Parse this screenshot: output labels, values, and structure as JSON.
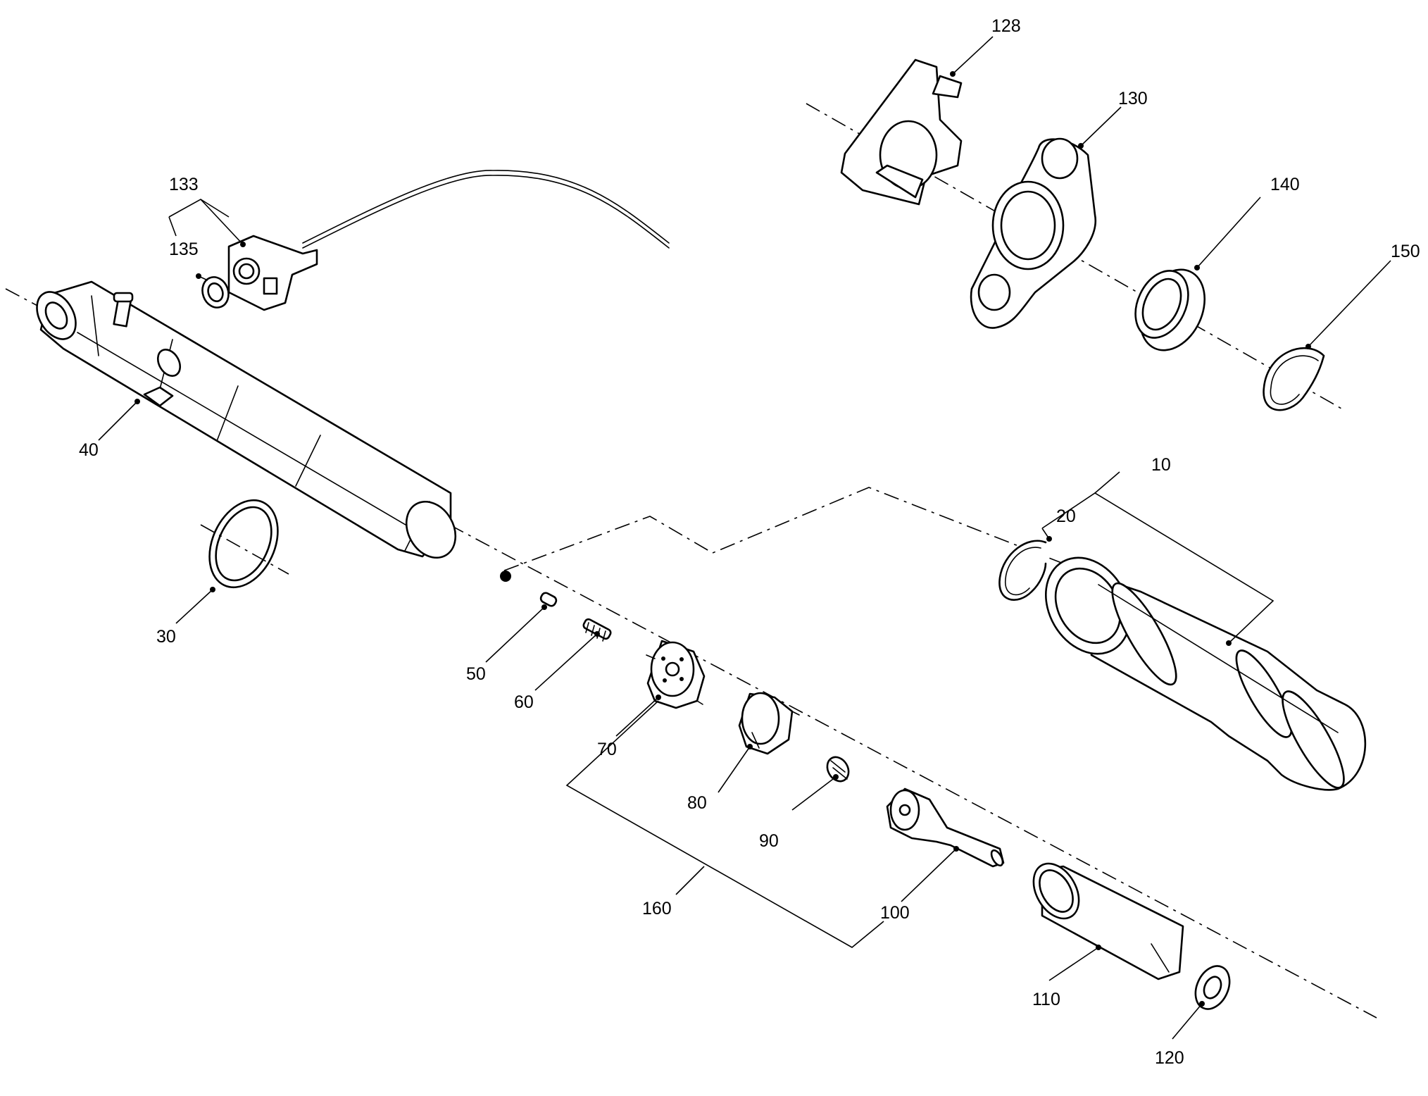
{
  "diagram": {
    "type": "exploded-parts-view",
    "callouts": [
      {
        "id": "c10",
        "text": "10"
      },
      {
        "id": "c20",
        "text": "20"
      },
      {
        "id": "c30",
        "text": "30"
      },
      {
        "id": "c40",
        "text": "40"
      },
      {
        "id": "c50",
        "text": "50"
      },
      {
        "id": "c60",
        "text": "60"
      },
      {
        "id": "c70",
        "text": "70"
      },
      {
        "id": "c80",
        "text": "80"
      },
      {
        "id": "c90",
        "text": "90"
      },
      {
        "id": "c100",
        "text": "100"
      },
      {
        "id": "c110",
        "text": "110"
      },
      {
        "id": "c120",
        "text": "120"
      },
      {
        "id": "c128",
        "text": "128"
      },
      {
        "id": "c130",
        "text": "130"
      },
      {
        "id": "c133",
        "text": "133"
      },
      {
        "id": "c135",
        "text": "135"
      },
      {
        "id": "c140",
        "text": "140"
      },
      {
        "id": "c150",
        "text": "150"
      },
      {
        "id": "c160",
        "text": "160"
      }
    ]
  }
}
